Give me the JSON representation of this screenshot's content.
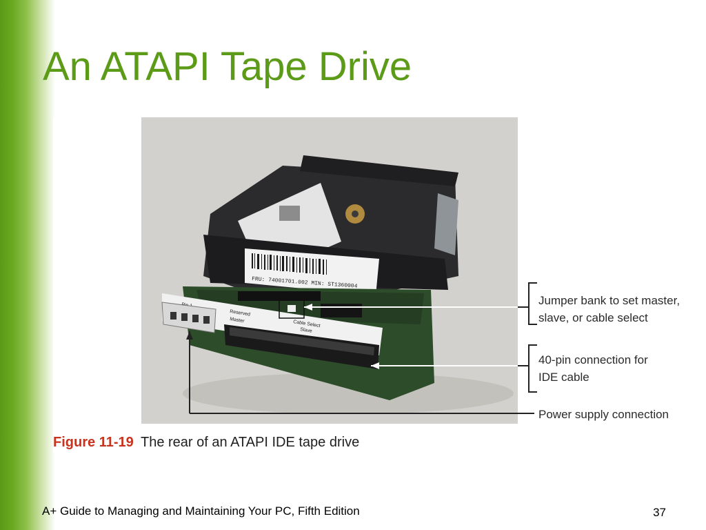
{
  "slide": {
    "title": "An ATAPI Tape Drive",
    "accent_color": "#5c9b17"
  },
  "figure": {
    "label": "Figure 11-19",
    "caption": "The rear of an ATAPI IDE tape drive",
    "label_color": "#c8331e",
    "callouts": {
      "jumper_line1": "Jumper bank to set master,",
      "jumper_line2": "slave, or cable select",
      "ide_line1": "40-pin connection for",
      "ide_line2": "IDE cable",
      "power": "Power supply connection"
    },
    "photo": {
      "barcode_text": "FRU: 74001701.002   MIN: ST1360004",
      "connector_label_pin1": "Pin 1",
      "connector_label_reserved": "Reserved",
      "connector_label_master": "Master",
      "connector_label_cable_select": "Cable Select",
      "connector_label_slave": "Slave"
    }
  },
  "footer": {
    "book_title": "A+ Guide to Managing and Maintaining Your PC, Fifth Edition",
    "page_number": "37"
  }
}
